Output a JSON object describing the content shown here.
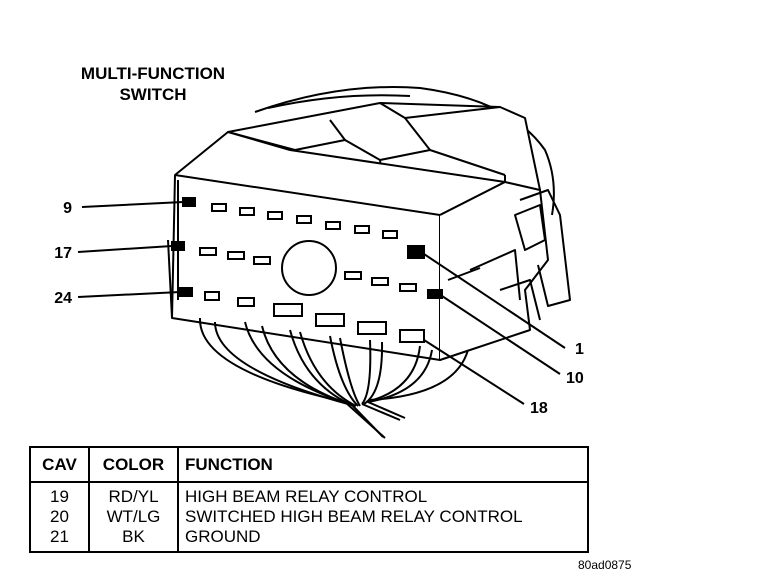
{
  "title_line1": "MULTI-FUNCTION",
  "title_line2": "SWITCH",
  "callouts": {
    "pin_9": "9",
    "pin_17": "17",
    "pin_24": "24",
    "pin_1": "1",
    "pin_10": "10",
    "pin_18": "18"
  },
  "table": {
    "headers": {
      "cav": "CAV",
      "color": "COLOR",
      "function": "FUNCTION"
    },
    "rows": [
      {
        "cav": "19",
        "color": "RD/YL",
        "function": "HIGH BEAM RELAY CONTROL"
      },
      {
        "cav": "20",
        "color": "WT/LG",
        "function": "SWITCHED HIGH BEAM RELAY CONTROL"
      },
      {
        "cav": "21",
        "color": "BK",
        "function": "GROUND"
      }
    ]
  },
  "figure_code": "80ad0875"
}
